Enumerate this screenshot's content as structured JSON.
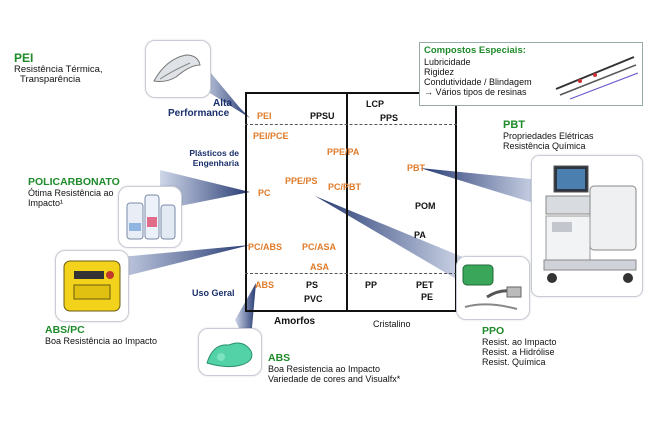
{
  "pei": {
    "title": "PEI",
    "line1": "Resistência Térmica,",
    "line2": "Transparência"
  },
  "compostos": {
    "title": "Compostos Especiais:",
    "items": [
      "Lubricidade",
      "Rigidez",
      "Condutividade / Blindagem",
      "→ Vários tipos de resinas"
    ]
  },
  "pbt": {
    "title": "PBT",
    "line1": "Propriedades Elétricas",
    "line2": "Resistência Química"
  },
  "policarbonato": {
    "title": "POLICARBONATO",
    "line1": "Ótima Resistência ao",
    "line2": "Impacto¹"
  },
  "abspc": {
    "title": "ABS/PC",
    "line1": "Boa Resistência ao Impacto"
  },
  "abs": {
    "title": "ABS",
    "line1": "Boa Resistencia ao Impacto",
    "line2": "Variedade de cores and Visualfx*"
  },
  "ppo": {
    "title": "PPO",
    "line1": "Resist. ao Impacto",
    "line2": "Resist. a Hidrólise",
    "line3": "Resist. Química"
  },
  "axis": {
    "alta1": "Alta",
    "alta2": "Performance",
    "plasticos1": "Plásticos de",
    "plasticos2": "Engenharia",
    "uso": "Uso Geral",
    "amorfos": "Amorfos",
    "cristalino": "Cristalino"
  },
  "grid": {
    "pei": "PEI",
    "ppsu": "PPSU",
    "lcp": "LCP",
    "pps": "PPS",
    "peipce": "PEI/PCE",
    "ppepa": "PPE/PA",
    "pbt": "PBT",
    "ppeps": "PPE/PS",
    "pcpbt": "PC/PBT",
    "pc": "PC",
    "pom": "POM",
    "pcabs": "PC/ABS",
    "pcasa": "PC/ASA",
    "pa": "PA",
    "asa": "ASA",
    "absl": "ABS",
    "ps": "PS",
    "pp": "PP",
    "pet": "PET",
    "pe": "PE",
    "pvc": "PVC"
  },
  "colors": {
    "accent_green": "#1e8a2a",
    "orange": "#e07b2a",
    "navy": "#1a2f6b"
  }
}
